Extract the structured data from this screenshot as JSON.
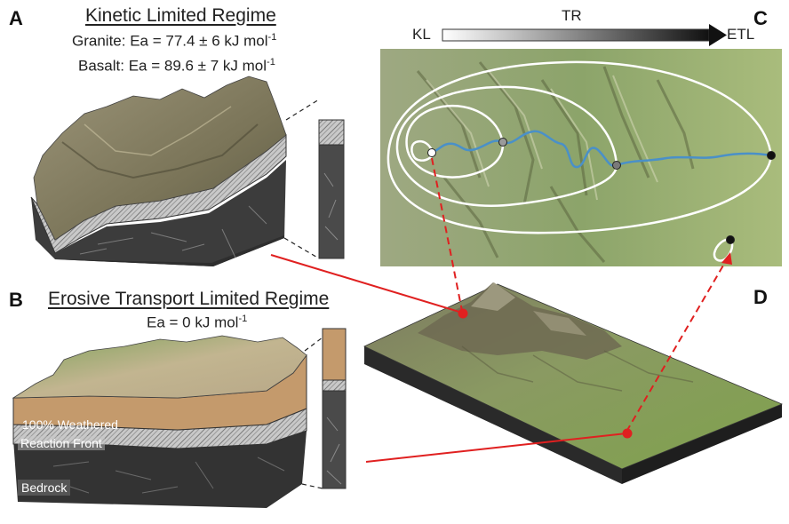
{
  "panels": {
    "a": {
      "letter": "A",
      "title": "Kinetic Limited Regime",
      "line1": "Granite: Ea = 77.4 ± 6 kJ mol",
      "line2": "Basalt: Ea = 89.6 ± 7 kJ mol",
      "exp": "-1"
    },
    "b": {
      "letter": "B",
      "title": "Erosive Transport Limited Regime",
      "line1": "Ea = 0 kJ mol",
      "exp": "-1",
      "layers": {
        "weathered": "100% Weathered",
        "front": "Reaction Front",
        "bedrock": "Bedrock"
      }
    },
    "c": {
      "letter": "C",
      "scale_left": "KL",
      "scale_mid": "TR",
      "scale_right": "ETL"
    },
    "d": {
      "letter": "D"
    }
  },
  "colors": {
    "bedrock": "#3b3b3b",
    "weathered": "#c49a6c",
    "reaction_front": "#b8b8b8",
    "river": "#4a90c8",
    "connector": "#e02020",
    "terrain_green": "#8fa866"
  }
}
